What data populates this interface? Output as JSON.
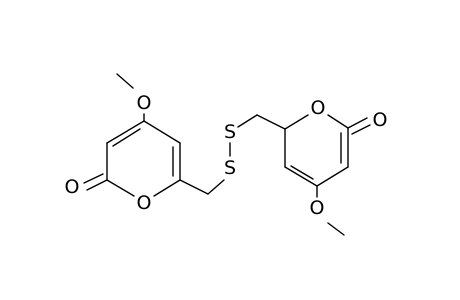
{
  "molecule": {
    "colors": {
      "bond": "#000000",
      "label": "#000000",
      "background": "#ffffff"
    },
    "atom_labels": {
      "left_methoxy_oxygen": "O",
      "left_carbonyl_oxygen": "O",
      "left_ring_oxygen": "O",
      "disulfide_sulfur_left": "S",
      "disulfide_sulfur_right": "S",
      "right_ring_oxygen": "O",
      "right_carbonyl_oxygen": "O",
      "right_methoxy_oxygen": "O"
    }
  }
}
